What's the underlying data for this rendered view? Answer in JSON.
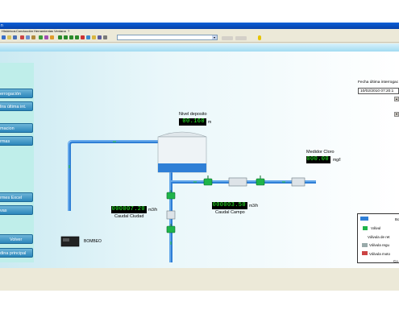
{
  "window": {
    "title": "n",
    "menu": [
      "Históricos",
      "Conducción",
      "Herramientas",
      "Ventana",
      "?"
    ]
  },
  "sidebar": {
    "items": [
      {
        "label": "errogación"
      },
      {
        "label": "lira última int."
      },
      {
        "label": "macion"
      },
      {
        "label": "rmas"
      },
      {
        "label": "rmes Excel"
      },
      {
        "label": "vas"
      },
      {
        "label": "Volver"
      },
      {
        "label": "dina principal"
      }
    ]
  },
  "panel": {
    "date_label": "Fecha última interrogac",
    "date_value": "10/02/2010 07:20:1"
  },
  "instruments": {
    "nivel": {
      "label": "Nivel deposito",
      "value": "00.160",
      "unit": "m"
    },
    "cloro": {
      "label": "Medidor Cloro",
      "value": "000.00",
      "unit": "mg/l"
    },
    "ciudad": {
      "label": "Caudal Ciudad",
      "value": "000007.20",
      "unit": "m3/h"
    },
    "campo": {
      "label": "Caudal Campo",
      "value": "000003.50",
      "unit": "m3/h"
    },
    "bombeo": {
      "label": "BOMBEO"
    }
  },
  "legend": {
    "items": [
      "Bo",
      "Válvul",
      "Válvula de ret",
      "Válvula regu",
      "Válvula moto",
      "Co"
    ]
  },
  "colors": {
    "pipe": "#2f7fd6",
    "display_bg": "#000000",
    "display_fg": "#29ff29",
    "valve_green": "#1fb44a",
    "button": "#2b86bb"
  }
}
